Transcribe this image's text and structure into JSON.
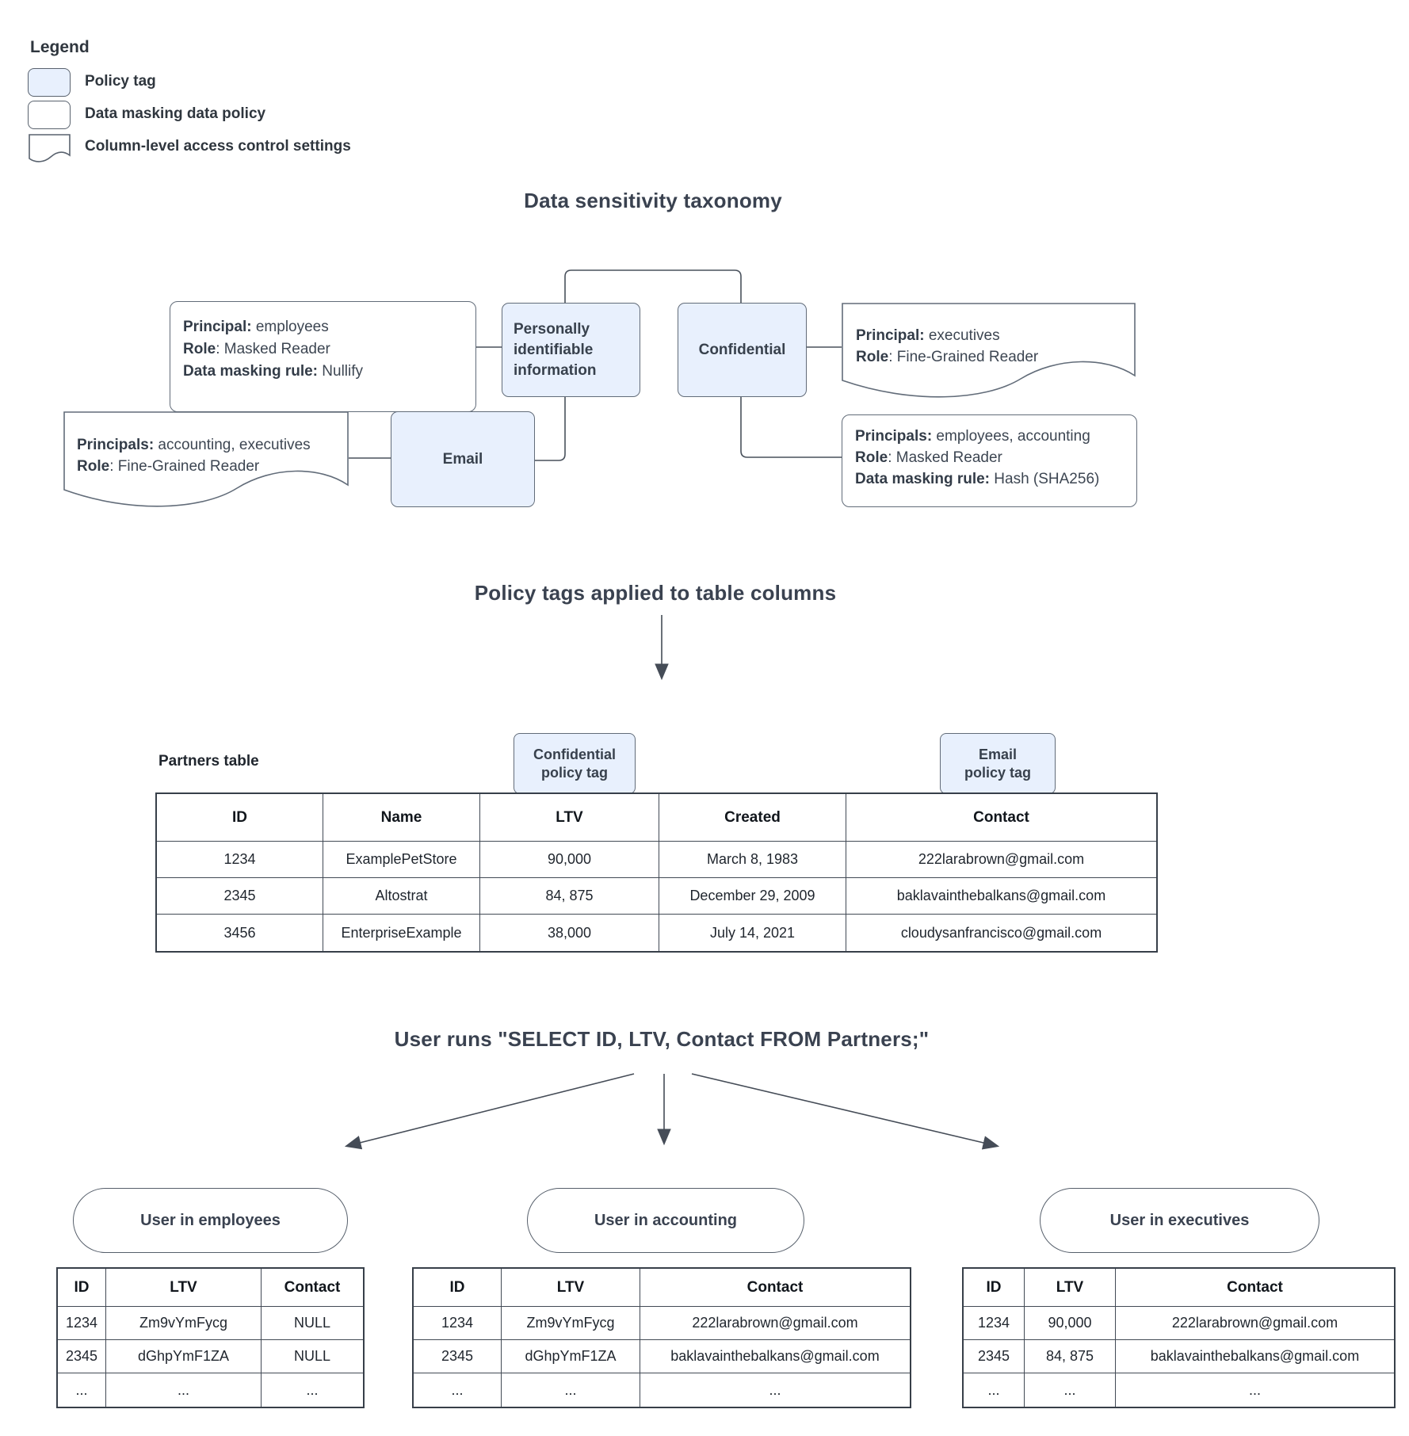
{
  "colors": {
    "policy_tag_fill": "#e8f0fd",
    "shape_border": "#626c79",
    "connector_line": "#49515c",
    "title_text": "#3a4250",
    "table_border": "#373f49"
  },
  "legend": {
    "title": "Legend",
    "items": [
      {
        "swatch": "policy-tag",
        "label": "Policy tag"
      },
      {
        "swatch": "data-masking-policy",
        "label": "Data masking data policy"
      },
      {
        "swatch": "column-access-settings",
        "label": "Column-level access control settings"
      }
    ]
  },
  "taxonomy": {
    "title": "Data sensitivity taxonomy",
    "nodes": {
      "pii": "Personally identifiable information",
      "confidential": "Confidential",
      "email": "Email"
    },
    "policies": {
      "pii_masking": [
        {
          "b": "Principal:",
          "r": " employees"
        },
        {
          "b": "Role",
          "r": ": Masked Reader"
        },
        {
          "b": "Data masking rule:",
          "r": " Nullify"
        }
      ],
      "confidential_access": [
        {
          "b": "Principal:",
          "r": " executives"
        },
        {
          "b": "Role",
          "r": ": Fine-Grained Reader"
        }
      ],
      "email_access": [
        {
          "b": "Principals:",
          "r": " accounting, executives"
        },
        {
          "b": "Role",
          "r": ": Fine-Grained Reader"
        }
      ],
      "confidential_masking": [
        {
          "b": "Principals:",
          "r": " employees, accounting"
        },
        {
          "b": "Role",
          "r": ": Masked Reader"
        },
        {
          "b": "Data masking rule:",
          "r": " Hash (SHA256)"
        }
      ]
    }
  },
  "applied": {
    "title": "Policy tags applied to table columns",
    "table_label": "Partners table",
    "chips": {
      "confidential": [
        "Confidential",
        "policy tag"
      ],
      "email": [
        "Email",
        "policy tag"
      ]
    },
    "partners": {
      "columns": [
        "ID",
        "Name",
        "LTV",
        "Created",
        "Contact"
      ],
      "rows": [
        [
          "1234",
          "ExamplePetStore",
          "90,000",
          "March 8, 1983",
          "222larabrown@gmail.com"
        ],
        [
          "2345",
          "Altostrat",
          "84, 875",
          "December 29, 2009",
          "baklavainthebalkans@gmail.com"
        ],
        [
          "3456",
          "EnterpriseExample",
          "38,000",
          "July 14, 2021",
          "cloudysanfrancisco@gmail.com"
        ]
      ]
    }
  },
  "query": {
    "title": "User runs \"SELECT ID, LTV, Contact FROM Partners;\""
  },
  "results": [
    {
      "group": "User in employees",
      "columns": [
        "ID",
        "LTV",
        "Contact"
      ],
      "rows": [
        [
          "1234",
          "Zm9vYmFycg",
          "NULL"
        ],
        [
          "2345",
          "dGhpYmF1ZA",
          "NULL"
        ],
        [
          "...",
          "...",
          "..."
        ]
      ]
    },
    {
      "group": "User in accounting",
      "columns": [
        "ID",
        "LTV",
        "Contact"
      ],
      "rows": [
        [
          "1234",
          "Zm9vYmFycg",
          "222larabrown@gmail.com"
        ],
        [
          "2345",
          "dGhpYmF1ZA",
          "baklavainthebalkans@gmail.com"
        ],
        [
          "...",
          "...",
          "..."
        ]
      ]
    },
    {
      "group": "User in executives",
      "columns": [
        "ID",
        "LTV",
        "Contact"
      ],
      "rows": [
        [
          "1234",
          "90,000",
          "222larabrown@gmail.com"
        ],
        [
          "2345",
          "84, 875",
          "baklavainthebalkans@gmail.com"
        ],
        [
          "...",
          "...",
          "..."
        ]
      ]
    }
  ]
}
